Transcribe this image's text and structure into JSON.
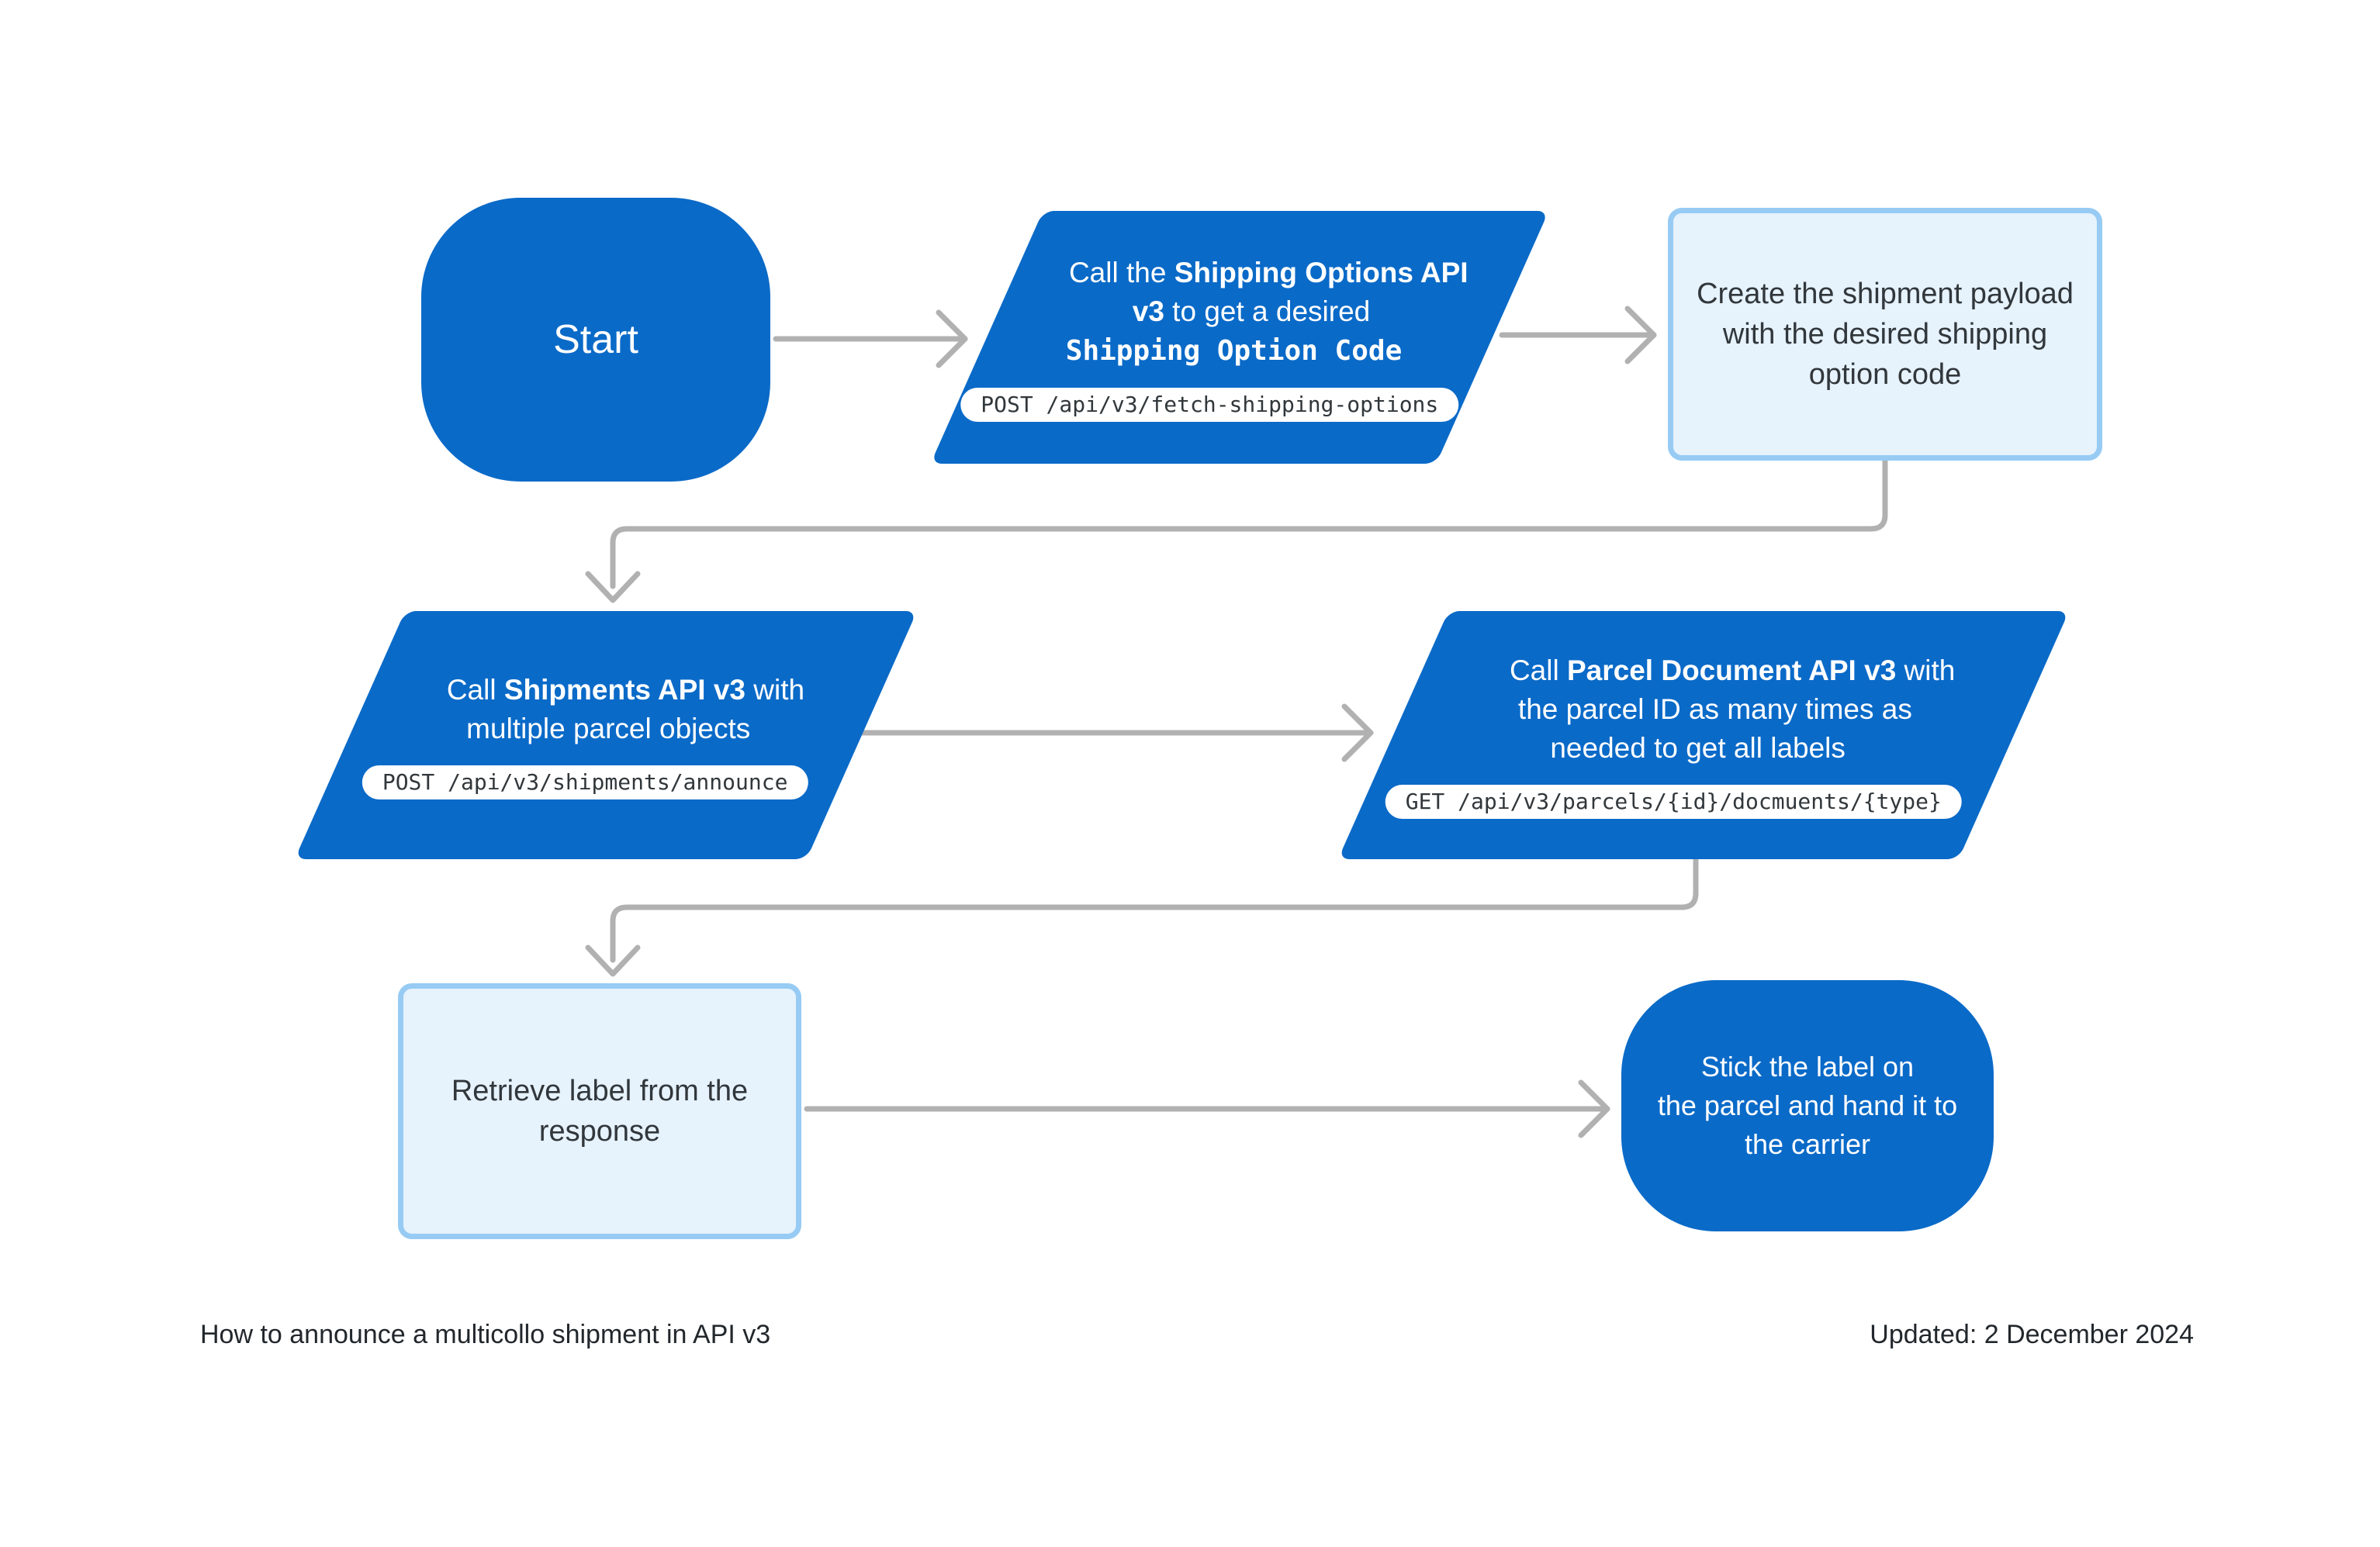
{
  "colors": {
    "blue": "#0a6ac8",
    "light-fill": "#e6f2fc",
    "light-border": "#97cbf3",
    "line-gray": "#b1b1b1",
    "text-dark": "#31373b",
    "text-white": "#ffffff",
    "page-bg": "#ffffff"
  },
  "nodes": {
    "start": {
      "label": "Start"
    },
    "shipping_options": {
      "rich": [
        [
          {
            "t": "Call the ",
            "s": "r"
          },
          {
            "t": "Shipping Options API",
            "s": "b"
          }
        ],
        [
          {
            "t": "v3",
            "s": "b"
          },
          {
            "t": " to get a desired",
            "s": "r"
          }
        ],
        [
          {
            "t": "Shipping Option Code",
            "s": "m"
          }
        ]
      ],
      "badge": "POST /api/v3/fetch-shipping-options"
    },
    "create_payload": {
      "text": "Create the shipment payload\nwith the desired shipping\noption code"
    },
    "shipments": {
      "rich": [
        [
          {
            "t": "Call ",
            "s": "r"
          },
          {
            "t": "Shipments API v3",
            "s": "b"
          },
          {
            "t": " with",
            "s": "r"
          }
        ],
        [
          {
            "t": "multiple parcel objects",
            "s": "r"
          }
        ]
      ],
      "badge": "POST /api/v3/shipments/announce"
    },
    "parcel_document": {
      "rich": [
        [
          {
            "t": "Call ",
            "s": "r"
          },
          {
            "t": "Parcel Document API v3",
            "s": "b"
          },
          {
            "t": " with",
            "s": "r"
          }
        ],
        [
          {
            "t": "the parcel ID as many times as",
            "s": "r"
          }
        ],
        [
          {
            "t": "needed to get all labels",
            "s": "r"
          }
        ]
      ],
      "badge": "GET /api/v3/parcels/{id}/docmuents/{type}"
    },
    "retrieve_label": {
      "text": "Retrieve label from the\nresponse"
    },
    "stick_label": {
      "text": "Stick the label on\nthe parcel and hand it to\nthe carrier"
    }
  },
  "footer": {
    "title": "How to announce a multicollo shipment in API v3",
    "updated": "Updated: 2 December 2024"
  }
}
